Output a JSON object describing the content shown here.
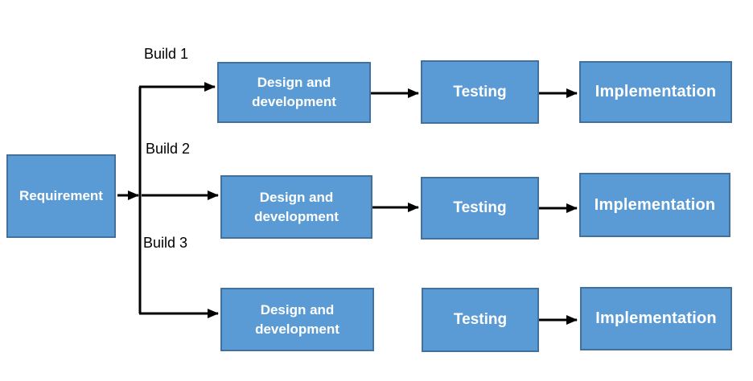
{
  "diagram": {
    "requirement_label": "Requirement",
    "rows": [
      {
        "build_label": "Build 1",
        "design_label": "Design and development",
        "testing_label": "Testing",
        "implementation_label": "Implementation"
      },
      {
        "build_label": "Build 2",
        "design_label": "Design and development",
        "testing_label": "Testing",
        "implementation_label": "Implementation"
      },
      {
        "build_label": "Build 3",
        "design_label": "Design and development",
        "testing_label": "Testing",
        "implementation_label": "Implementation"
      }
    ],
    "colors": {
      "background": "#FFFFFF",
      "box_fill": "#5B9BD5",
      "box_border": "#41719C",
      "box_text": "#FFFFFF",
      "build_label_text": "#000000",
      "arrow": "#000000"
    }
  }
}
